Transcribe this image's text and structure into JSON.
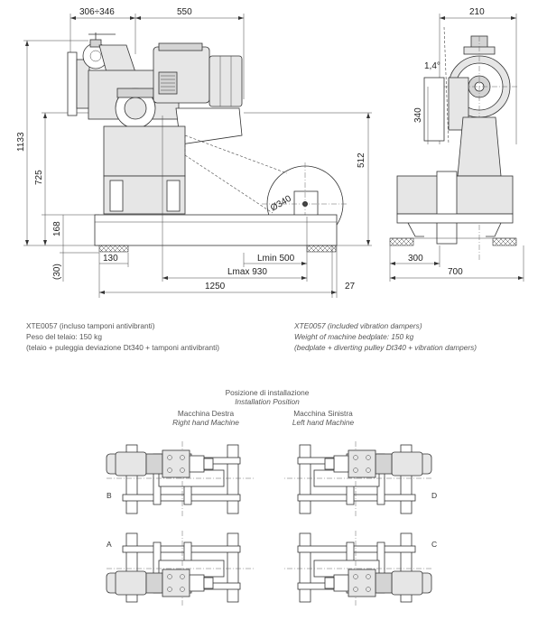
{
  "front_view": {
    "dims": {
      "top_left": "306÷346",
      "top_mid": "550",
      "total_height": "1133",
      "mid_height": "725",
      "base_height": "168",
      "foot": "(30)",
      "foot_width": "130",
      "right_height": "512",
      "lmin": "Lmin 500",
      "lmax": "Lmax 930",
      "total_length": "1250",
      "end_offset": "27",
      "pulley": "Ø340"
    }
  },
  "side_view": {
    "dims": {
      "top": "210",
      "angle": "1,4°",
      "shaft_height": "340",
      "bottom_inner": "300",
      "bottom_total": "700"
    }
  },
  "notes": {
    "it": {
      "line1": "XTE0057 (incluso tamponi antivibranti)",
      "line2": "Peso del telaio: 150 kg",
      "line3": "(telaio + puleggia deviazione Dt340 + tamponi antivibranti)"
    },
    "en": {
      "line1": "XTE0057 (included vibration dampers)",
      "line2": "Weight of machine bedplate: 150 kg",
      "line3": "(bedplate + diverting pulley Dt340 + vibration dampers)"
    }
  },
  "installation": {
    "title_it": "Posizione di installazione",
    "title_en": "Installation Position",
    "right_it": "Macchina Destra",
    "right_en": "Right hand Machine",
    "left_it": "Macchina Sinistra",
    "left_en": "Left hand Machine",
    "labels": {
      "b": "B",
      "a": "A",
      "d": "D",
      "c": "C"
    }
  }
}
